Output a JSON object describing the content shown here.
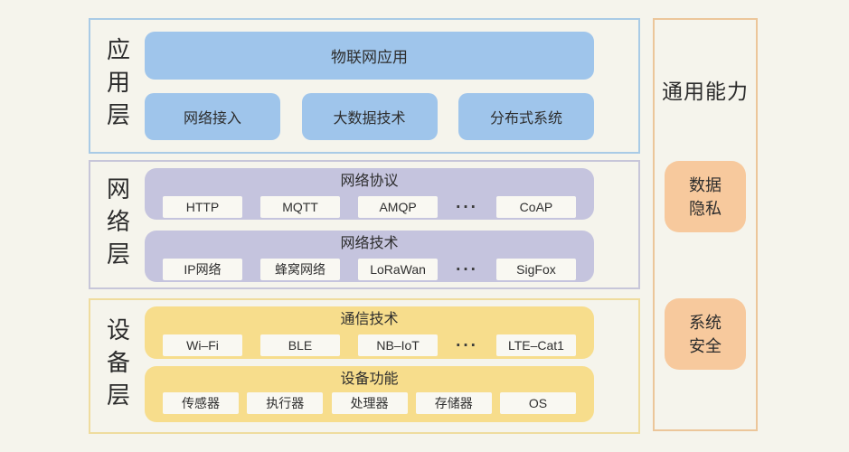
{
  "colors": {
    "background": "#f5f4ec",
    "app_blue": "#9fc5eb",
    "app_border": "#a9cbe6",
    "network_lavender": "#c5c4de",
    "network_border": "#c7c6d9",
    "device_yellow": "#f7dd8c",
    "device_border": "#efdc9e",
    "sidebar_border": "#ecc69a",
    "capability_orange": "#f7c99d",
    "chip_background": "#f9f8f2",
    "text": "#2d2d2d"
  },
  "app_layer": {
    "label": "应用层",
    "main_box": "物联网应用",
    "sub_boxes": [
      "网络接入",
      "大数据技术",
      "分布式系统"
    ]
  },
  "network_layer": {
    "label": "网络层",
    "groups": [
      {
        "title": "网络协议",
        "chips": [
          "HTTP",
          "MQTT",
          "AMQP",
          "CoAP"
        ],
        "ellipsis": "..."
      },
      {
        "title": "网络技术",
        "chips": [
          "IP网络",
          "蜂窝网络",
          "LoRaWan",
          "SigFox"
        ],
        "ellipsis": "..."
      }
    ]
  },
  "device_layer": {
    "label": "设备层",
    "groups": [
      {
        "title": "通信技术",
        "chips": [
          "Wi–Fi",
          "BLE",
          "NB–IoT",
          "LTE–Cat1"
        ],
        "ellipsis": "..."
      },
      {
        "title": "设备功能",
        "chips": [
          "传感器",
          "执行器",
          "处理器",
          "存储器",
          "OS"
        ]
      }
    ]
  },
  "sidebar": {
    "title": "通用能力",
    "capabilities": [
      "数据隐私",
      "系统安全"
    ]
  }
}
